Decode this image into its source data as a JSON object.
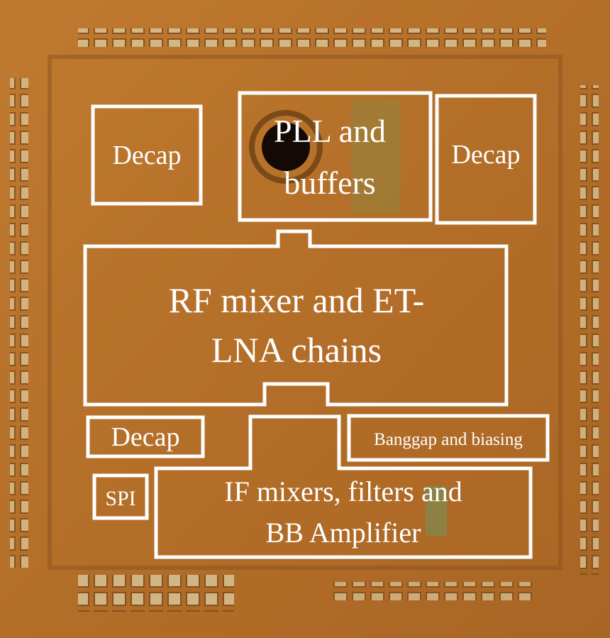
{
  "colors": {
    "die": "#b8742a",
    "die_dark": "#8a5220",
    "outline": "#ffffff",
    "pad": "#d8c8a0"
  },
  "blocks": {
    "decap_top_left": "Decap",
    "pll_line1": "PLL and",
    "pll_line2": "buffers",
    "decap_top_right": "Decap",
    "rf_line1": "RF mixer and ET-",
    "rf_line2": "LNA chains",
    "decap_bottom": "Decap",
    "bandgap": "Banggap and biasing",
    "spi": "SPI",
    "if_line1": "IF mixers, filters and",
    "if_line2": "BB Amplifier"
  }
}
